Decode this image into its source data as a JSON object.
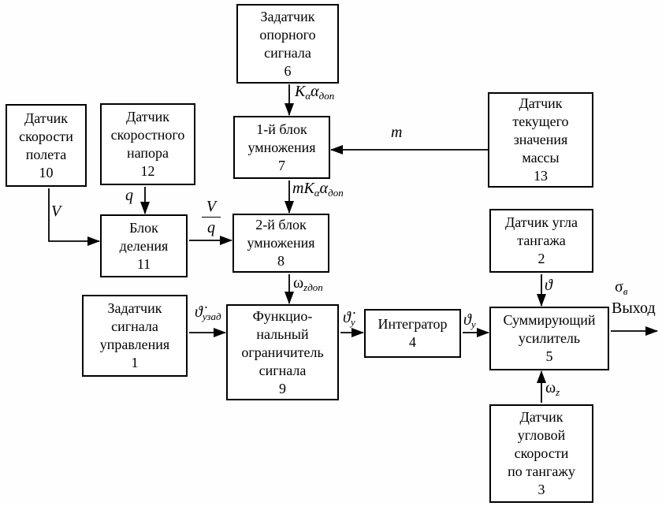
{
  "blocks": {
    "b6": {
      "lines": "Задатчик\nопорного\nсигнала",
      "number": "6"
    },
    "b10": {
      "lines": "Датчик\nскорости\nполета",
      "number": "10"
    },
    "b12": {
      "lines": "Датчик\nскоростного\nнапора",
      "number": "12"
    },
    "b7": {
      "lines": "1-й блок\nумножения",
      "number": "7"
    },
    "b13": {
      "lines": "Датчик\nтекущего\nзначения\nмассы",
      "number": "13"
    },
    "b11": {
      "lines": "Блок\nделения",
      "number": "11"
    },
    "b8": {
      "lines": "2-й блок\nумножения",
      "number": "8"
    },
    "b2": {
      "lines": "Датчик угла\nтангажа",
      "number": "2"
    },
    "b1": {
      "lines": "Задатчик\nсигнала\nуправления",
      "number": "1"
    },
    "b9": {
      "lines": "Функцио-\nнальный\nограничитель\nсигнала",
      "number": "9"
    },
    "b4": {
      "lines": "Интегратор",
      "number": "4"
    },
    "b5": {
      "lines": "Суммирующий\nусилитель",
      "number": "5"
    },
    "b3": {
      "lines": "Датчик\nугловой\nскорости\nпо тангажу",
      "number": "3"
    }
  },
  "signals": {
    "k_alpha_dop": {
      "m1": "K",
      "s1": "α",
      "m2": "α",
      "s2": "доп"
    },
    "m": {
      "m1": "m"
    },
    "mk_alpha_dop": {
      "m1": "mK",
      "s1": "α",
      "m2": "α",
      "s2": "доп"
    },
    "v": {
      "m1": "V"
    },
    "q": {
      "m1": "q"
    },
    "v_over_q": {
      "num": "V",
      "den": "q"
    },
    "omega_zdop": {
      "m1": "ω",
      "s1": "zдоп"
    },
    "theta_dot_uzad": {
      "m1": "ϑ̇",
      "s1": "узад"
    },
    "theta_dot_u": {
      "m1": "ϑ̇",
      "s1": "у"
    },
    "theta_u": {
      "m1": "ϑ",
      "s1": "у"
    },
    "theta": {
      "m1": "ϑ"
    },
    "omega_z": {
      "m1": "ω",
      "s1": "z"
    },
    "sigma_v": {
      "m1": "σ",
      "s1": "в"
    },
    "output": "Выход"
  },
  "colors": {
    "line": "#000000",
    "background": "#fefefe"
  }
}
